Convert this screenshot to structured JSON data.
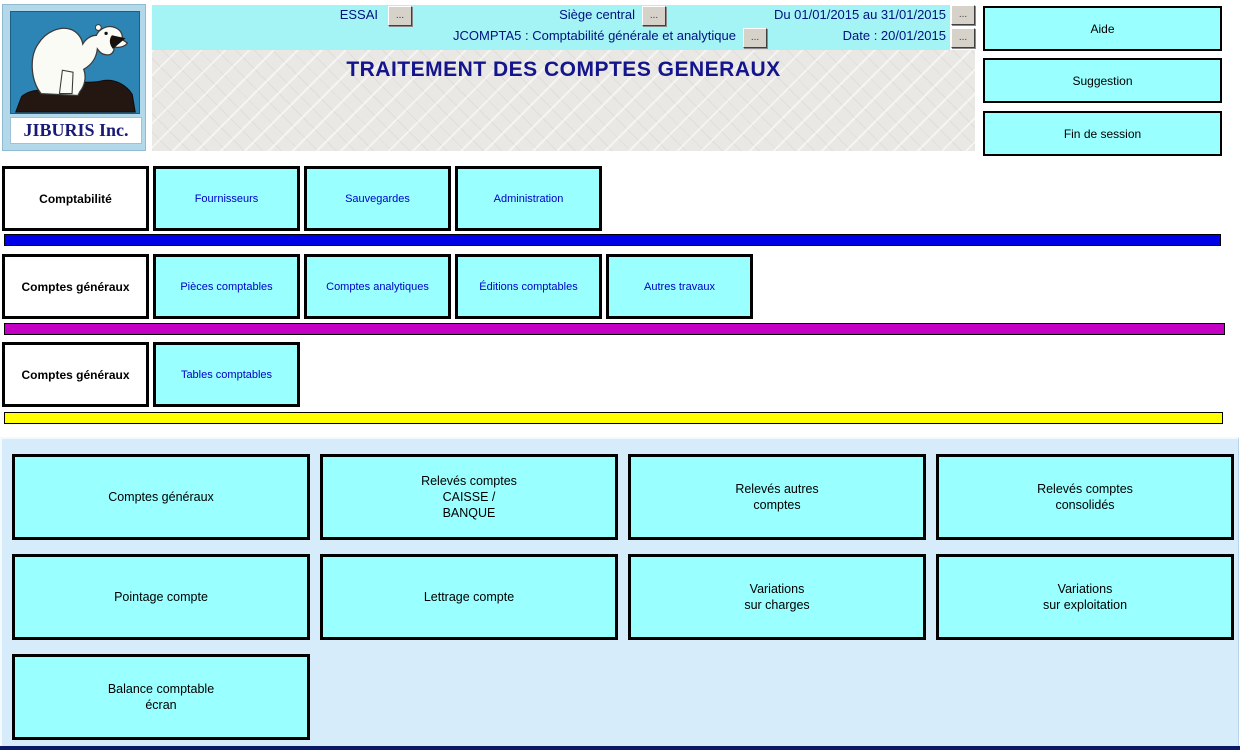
{
  "colors": {
    "header_cyan": "#A4F4F6",
    "button_cyan": "#99FFFF",
    "panel_light_blue": "#D7ECFB",
    "navy_text": "#00127E",
    "title_navy": "#14148C",
    "separator_level1": "#0000E8",
    "separator_level2": "#C400C4",
    "separator_level3": "#FFFF00",
    "logo_background": "#2D85B5"
  },
  "logo": {
    "company_name": "JIBURIS Inc."
  },
  "header": {
    "environment": "ESSAI",
    "site": "Siège central",
    "period": "Du 01/01/2015 au 31/01/2015",
    "application": "JCOMPTA5 : Comptabilité générale et analytique",
    "date": "Date : 20/01/2015",
    "browse": "...",
    "title": "TRAITEMENT DES COMPTES GENERAUX"
  },
  "actions": {
    "help": "Aide",
    "suggestion": "Suggestion",
    "end_session": "Fin de session"
  },
  "tabs_level1": [
    {
      "label": "Comptabilité",
      "active": true
    },
    {
      "label": "Fournisseurs",
      "active": false
    },
    {
      "label": "Sauvegardes",
      "active": false
    },
    {
      "label": "Administration",
      "active": false
    }
  ],
  "tabs_level2": [
    {
      "label": "Comptes généraux",
      "active": true
    },
    {
      "label": "Pièces comptables",
      "active": false
    },
    {
      "label": "Comptes analytiques",
      "active": false
    },
    {
      "label": "Éditions comptables",
      "active": false
    },
    {
      "label": "Autres travaux",
      "active": false
    }
  ],
  "tabs_level3": [
    {
      "label": "Comptes généraux",
      "active": true
    },
    {
      "label": "Tables comptables",
      "active": false
    }
  ],
  "grid_buttons": [
    {
      "label": "Comptes généraux"
    },
    {
      "label": "Relevés comptes\nCAISSE /\nBANQUE"
    },
    {
      "label": "Relevés autres\ncomptes"
    },
    {
      "label": "Relevés comptes\nconsolidés"
    },
    {
      "label": "Pointage compte"
    },
    {
      "label": "Lettrage compte"
    },
    {
      "label": "Variations\nsur charges"
    },
    {
      "label": "Variations\nsur exploitation"
    },
    {
      "label": "Balance comptable\nécran"
    }
  ]
}
